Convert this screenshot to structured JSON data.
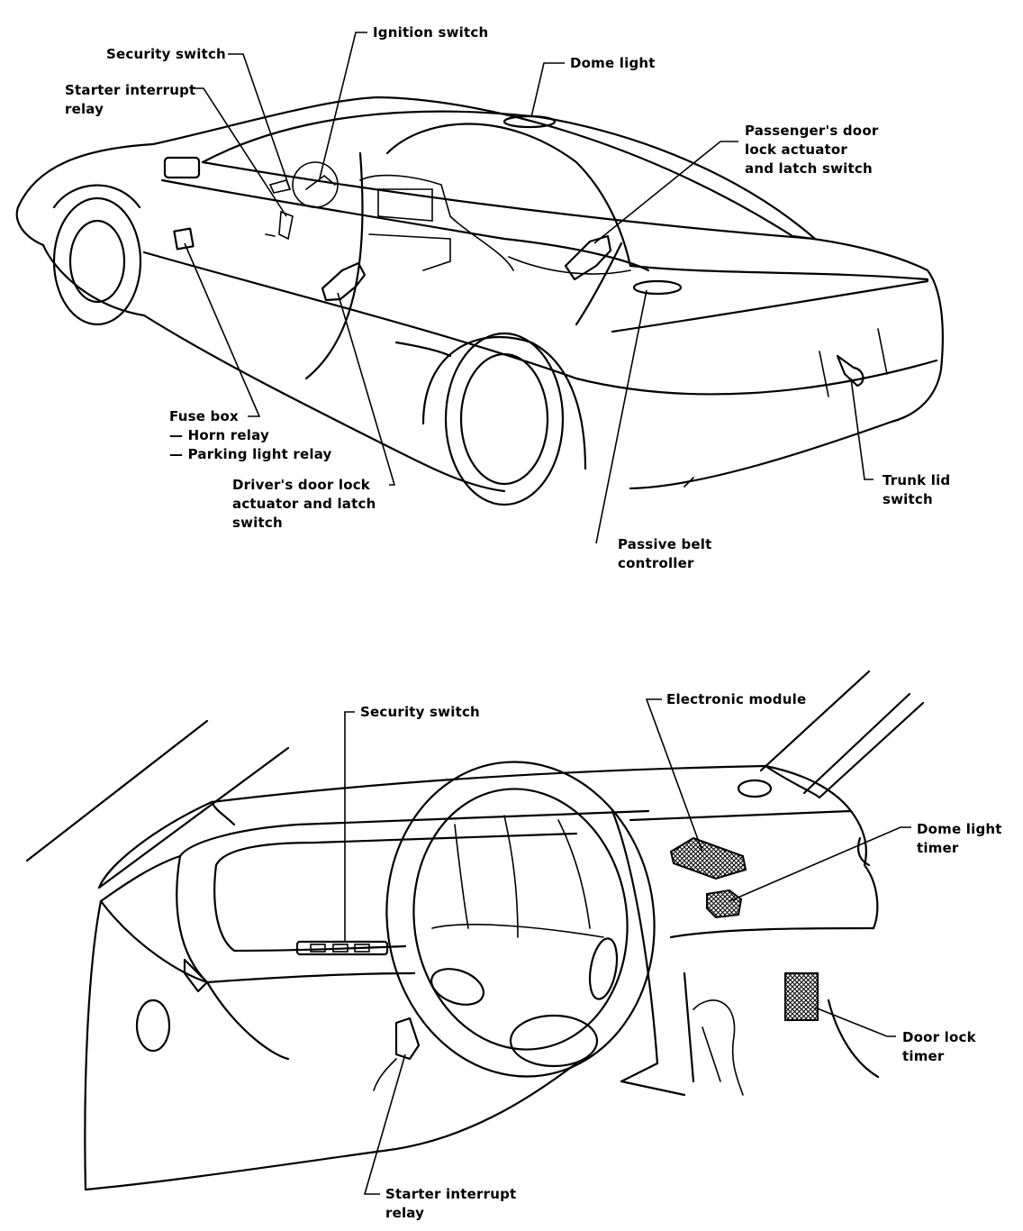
{
  "top_view": {
    "security_switch": [
      "Security switch"
    ],
    "ignition_switch": [
      "Ignition switch"
    ],
    "dome_light": [
      "Dome light"
    ],
    "starter_interrupt_relay": [
      "Starter interrupt",
      "relay"
    ],
    "passenger_door_lock": [
      "Passenger's door",
      "lock actuator",
      "and latch switch"
    ],
    "fuse_box": [
      "Fuse box",
      "— Horn relay",
      "— Parking light relay"
    ],
    "driver_door_lock": [
      "Driver's door lock",
      "actuator and latch",
      "switch"
    ],
    "trunk_lid_switch": [
      "Trunk lid",
      "switch"
    ],
    "passive_belt_controller": [
      "Passive belt",
      "controller"
    ]
  },
  "bottom_view": {
    "security_switch": [
      "Security switch"
    ],
    "electronic_module": [
      "Electronic module"
    ],
    "dome_light_timer": [
      "Dome light",
      "timer"
    ],
    "door_lock_timer": [
      "Door lock",
      "timer"
    ],
    "starter_interrupt_relay": [
      "Starter interrupt",
      "relay"
    ]
  }
}
